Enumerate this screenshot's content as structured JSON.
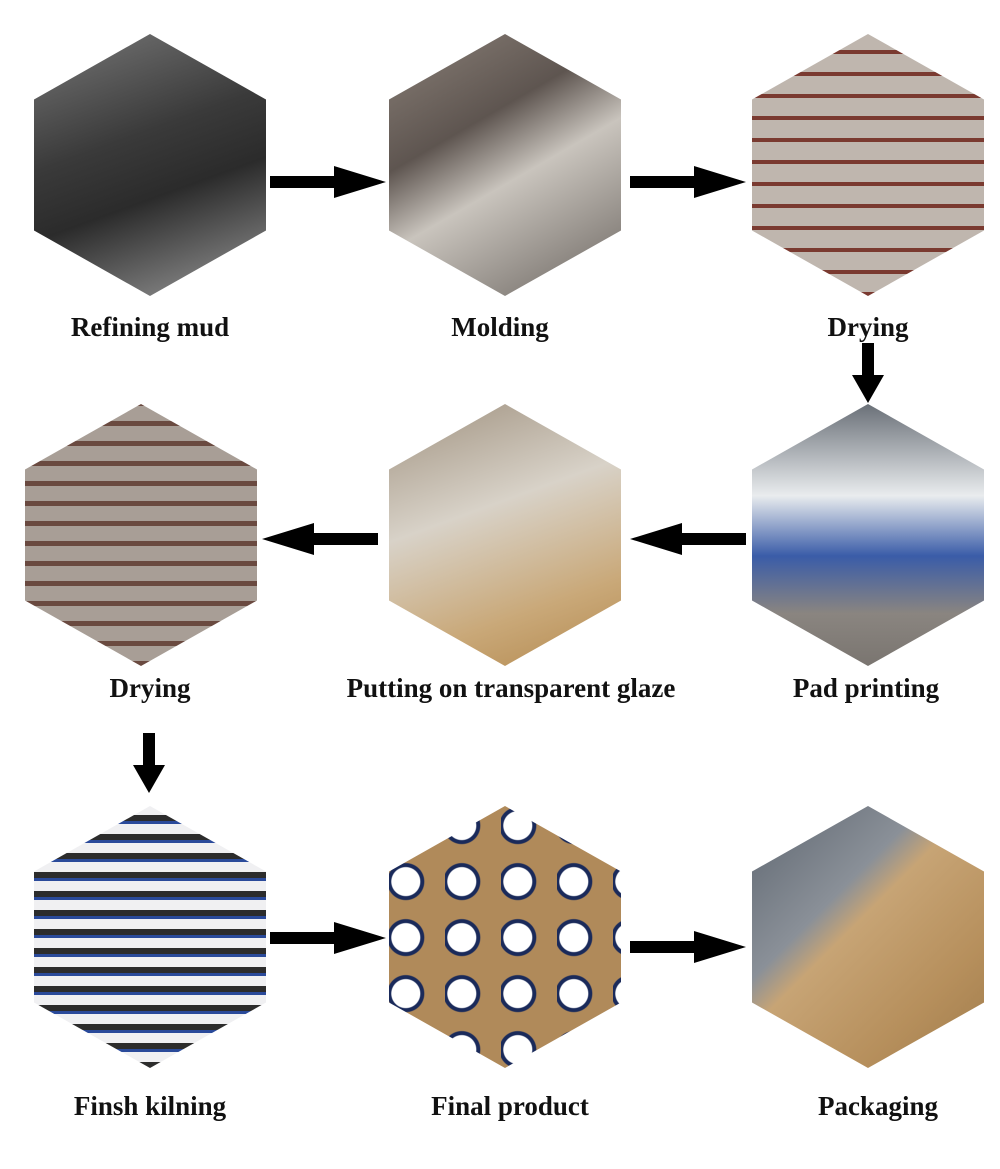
{
  "steps": [
    {
      "label": "Refining mud",
      "image": "clay-pug-mill-photo"
    },
    {
      "label": "Molding",
      "image": "molding-machine-photo"
    },
    {
      "label": "Drying",
      "image": "drying-racks-photo"
    },
    {
      "label": "Pad printing",
      "image": "pad-printing-machine-photo"
    },
    {
      "label": "Putting on transparent glaze",
      "image": "glazing-bowl-photo"
    },
    {
      "label": "Drying",
      "image": "drying-racks-plates-photo"
    },
    {
      "label": "Finsh  kilning",
      "image": "kiln-shelves-bowls-photo"
    },
    {
      "label": "Final product",
      "image": "stacked-bowls-photo"
    },
    {
      "label": "Packaging",
      "image": "cardboard-box-photo"
    }
  ],
  "arrows": [
    {
      "from": 1,
      "to": 2,
      "direction": "right"
    },
    {
      "from": 2,
      "to": 3,
      "direction": "right"
    },
    {
      "from": 3,
      "to": 4,
      "direction": "down"
    },
    {
      "from": 4,
      "to": 5,
      "direction": "left"
    },
    {
      "from": 5,
      "to": 6,
      "direction": "left"
    },
    {
      "from": 6,
      "to": 7,
      "direction": "down"
    },
    {
      "from": 7,
      "to": 8,
      "direction": "right"
    },
    {
      "from": 8,
      "to": 9,
      "direction": "right"
    }
  ]
}
